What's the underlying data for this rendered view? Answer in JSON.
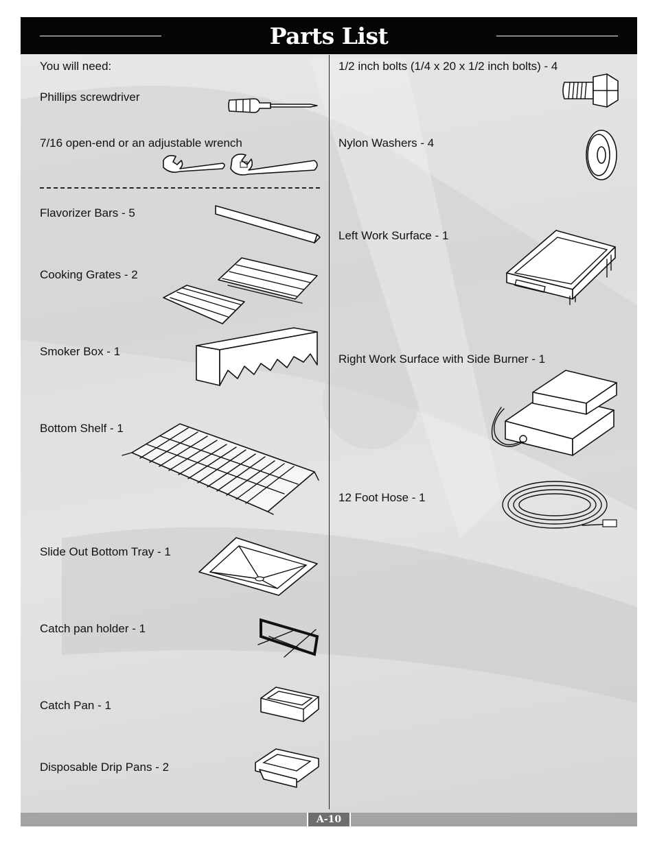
{
  "header": {
    "title": "Parts List"
  },
  "left_column": {
    "intro": "You will need:",
    "tools": [
      {
        "label": "Phillips screwdriver",
        "icon": "screwdriver-icon"
      },
      {
        "label": "7/16 open-end or an adjustable wrench",
        "icon": "wrench-icon"
      }
    ],
    "parts": [
      {
        "label": "Flavorizer Bars - 5",
        "icon": "flavorizer-bar-icon"
      },
      {
        "label": "Cooking Grates - 2",
        "icon": "cooking-grates-icon"
      },
      {
        "label": "Smoker Box - 1",
        "icon": "smoker-box-icon"
      },
      {
        "label": "Bottom Shelf - 1",
        "icon": "bottom-shelf-icon"
      },
      {
        "label": "Slide Out Bottom Tray - 1",
        "icon": "bottom-tray-icon"
      },
      {
        "label": "Catch pan holder - 1",
        "icon": "catch-pan-holder-icon"
      },
      {
        "label": "Catch Pan - 1",
        "icon": "catch-pan-icon"
      },
      {
        "label": "Disposable Drip Pans - 2",
        "icon": "drip-pan-icon"
      }
    ]
  },
  "right_column": {
    "parts": [
      {
        "label": "1/2 inch bolts (1/4 x 20 x 1/2 inch bolts) - 4",
        "icon": "bolt-icon"
      },
      {
        "label": "Nylon Washers - 4",
        "icon": "washer-icon"
      },
      {
        "label": "Left Work Surface - 1",
        "icon": "left-work-surface-icon"
      },
      {
        "label": "Right Work Surface with Side Burner - 1",
        "icon": "side-burner-icon"
      },
      {
        "label": "12 Foot Hose - 1",
        "icon": "hose-icon"
      }
    ]
  },
  "footer": {
    "page_number": "A-10"
  }
}
